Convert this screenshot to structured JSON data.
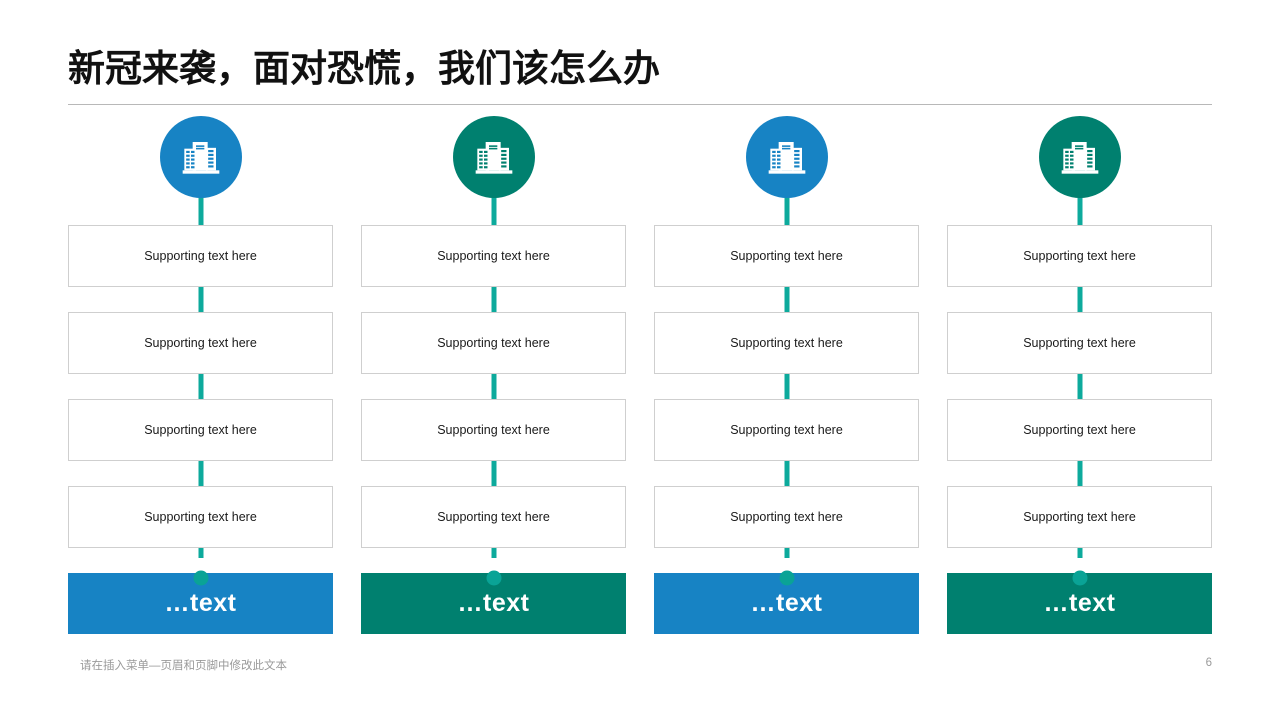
{
  "slide": {
    "title": "新冠来袭，面对恐慌，我们该怎么办",
    "footer_text": "请在插入菜单—页眉和页脚中修改此文本",
    "page_number": "6"
  },
  "colors": {
    "blue": "#1783c4",
    "teal": "#00806f",
    "connector_teal": "#0daa9c",
    "box_border": "#cfcfcf",
    "rule": "#b8b8b8",
    "footer_gray": "#9a9a9a",
    "title_black": "#111111"
  },
  "columns": [
    {
      "icon": "office-building-icon",
      "accent": "#1783c4",
      "boxes": [
        {
          "text": "Supporting text here"
        },
        {
          "text": "Supporting text here"
        },
        {
          "text": "Supporting text here"
        },
        {
          "text": "Supporting text here"
        }
      ],
      "bottom_label": "…text"
    },
    {
      "icon": "office-building-icon",
      "accent": "#00806f",
      "boxes": [
        {
          "text": "Supporting text here"
        },
        {
          "text": "Supporting text here"
        },
        {
          "text": "Supporting text here"
        },
        {
          "text": "Supporting text here"
        }
      ],
      "bottom_label": "…text"
    },
    {
      "icon": "office-building-icon",
      "accent": "#1783c4",
      "boxes": [
        {
          "text": "Supporting text here"
        },
        {
          "text": "Supporting text here"
        },
        {
          "text": "Supporting text here"
        },
        {
          "text": "Supporting text here"
        }
      ],
      "bottom_label": "…text"
    },
    {
      "icon": "office-building-icon",
      "accent": "#00806f",
      "boxes": [
        {
          "text": "Supporting text here"
        },
        {
          "text": "Supporting text here"
        },
        {
          "text": "Supporting text here"
        },
        {
          "text": "Supporting text here"
        }
      ],
      "bottom_label": "…text"
    }
  ]
}
